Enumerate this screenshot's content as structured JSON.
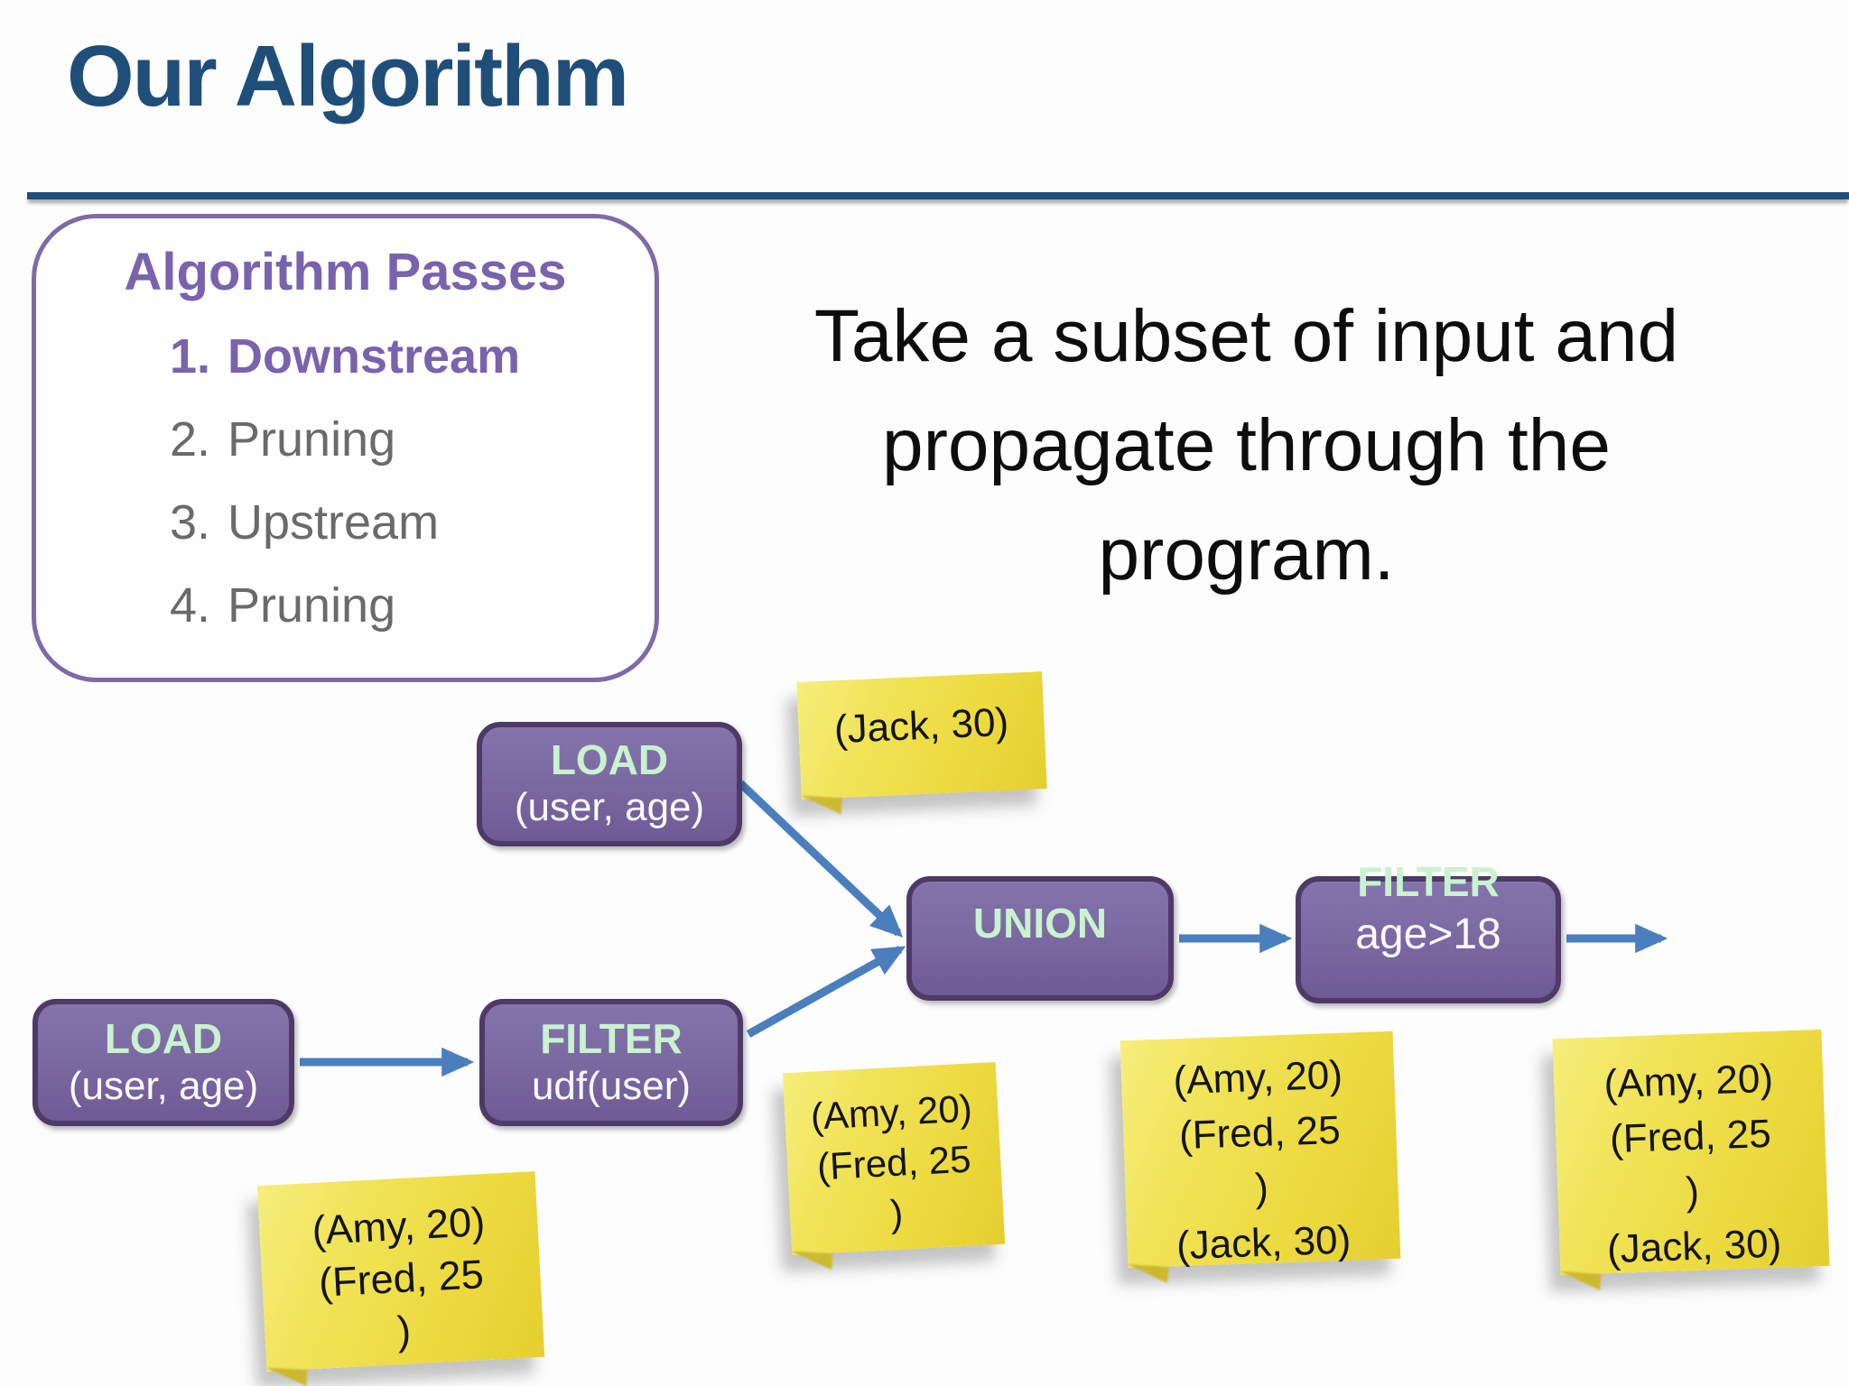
{
  "slide": {
    "title": "Our Algorithm",
    "passes_box": {
      "heading": "Algorithm Passes",
      "items": [
        {
          "num": "1.",
          "label": "Downstream"
        },
        {
          "num": "2.",
          "label": "Pruning"
        },
        {
          "num": "3.",
          "label": "Upstream"
        },
        {
          "num": "4.",
          "label": "Pruning"
        }
      ]
    },
    "callout": {
      "line1": "Take a subset of input and",
      "line2": "propagate through the",
      "line3": "program."
    }
  },
  "diagram": {
    "nodes": [
      {
        "id": "load-top",
        "title": "LOAD",
        "subtitle": "(user, age)"
      },
      {
        "id": "load-bottom",
        "title": "LOAD",
        "subtitle": "(user, age)"
      },
      {
        "id": "filter-udf",
        "title": "FILTER",
        "subtitle": "udf(user)"
      },
      {
        "id": "union",
        "title": "UNION",
        "subtitle": ""
      },
      {
        "id": "filter-age",
        "title": "FILTER",
        "subtitle": "age>18"
      }
    ],
    "notes": [
      {
        "id": "jack-input",
        "lines": [
          "(Jack, 30)"
        ]
      },
      {
        "id": "load-output",
        "lines": [
          "(Amy, 20)",
          "(Fred, 25",
          ")"
        ]
      },
      {
        "id": "filter-output",
        "lines": [
          "(Amy, 20)",
          "(Fred, 25",
          ")"
        ]
      },
      {
        "id": "union-output",
        "lines": [
          "(Amy, 20)",
          "(Fred, 25",
          ")",
          "(Jack, 30)"
        ]
      },
      {
        "id": "final-output",
        "lines": [
          "(Amy, 20)",
          "(Fred, 25",
          ")",
          "(Jack, 30)"
        ]
      }
    ],
    "colors": {
      "title_blue": "#1f4e79",
      "purple_accent": "#7863ac",
      "gray_text": "#6a6a6d",
      "node_fill": "#7a67a0",
      "node_border": "#4e3a66",
      "mint_label": "#c9f2cf",
      "arrow_blue": "#4a7ebd",
      "sticky_yellow": "#efe052"
    }
  }
}
